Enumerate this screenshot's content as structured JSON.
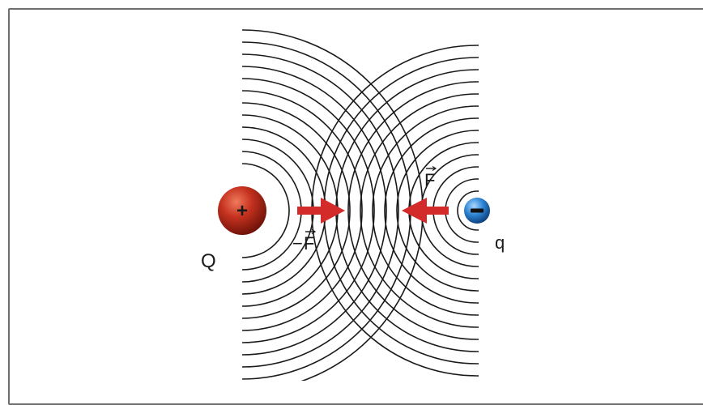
{
  "diagram": {
    "charge_Q_sign": "+",
    "charge_q_sign": "−",
    "label_Q": "Q",
    "label_q": "q",
    "label_force_left_minus": "−",
    "label_force_left_symbol": "F",
    "label_force_right_symbol": "F",
    "colors": {
      "frame": "#6f6f6f",
      "field_lines": "#1a1a1a",
      "arrow": "#d32a2a",
      "positive_charge": "#b5281c",
      "negative_charge": "#2a7fd0"
    }
  }
}
